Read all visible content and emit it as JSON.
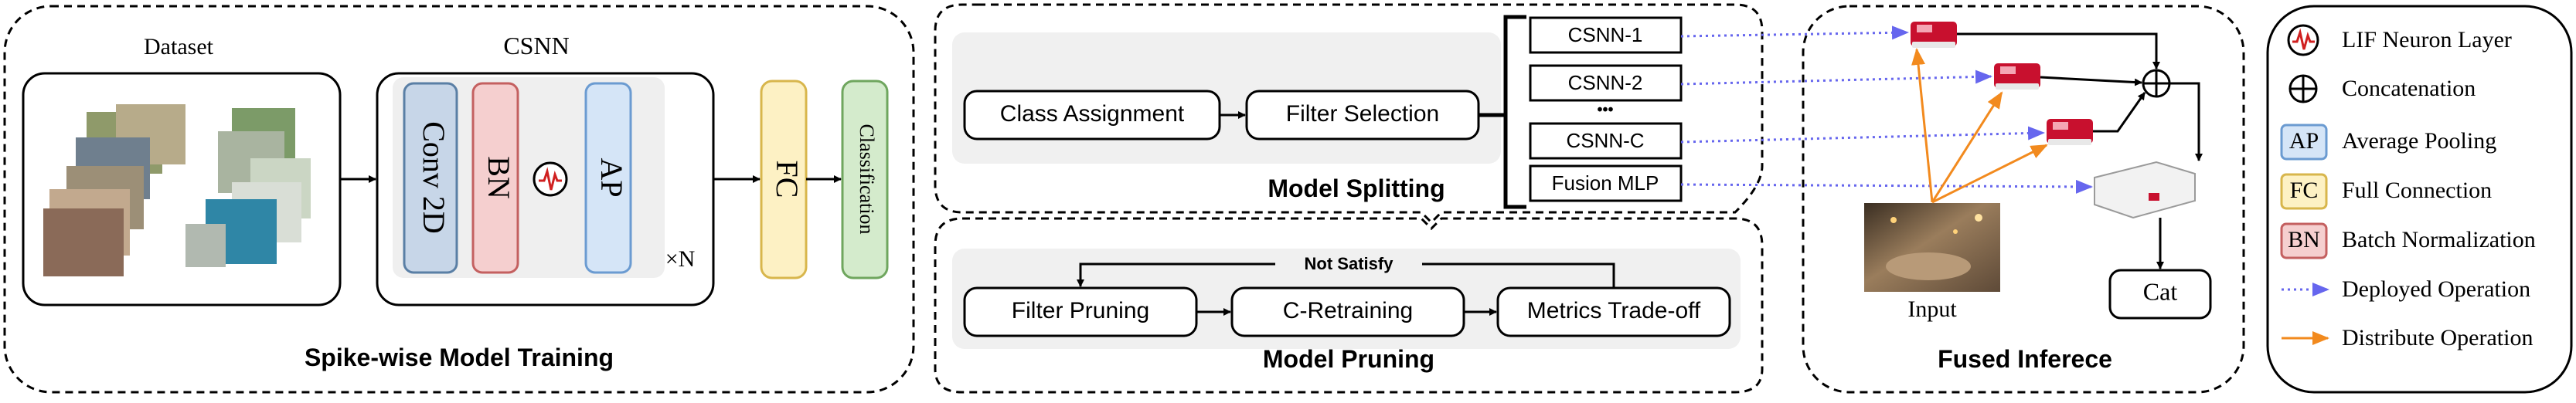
{
  "training": {
    "dataset_label": "Dataset",
    "csnn_label": "CSNN",
    "conv": "Conv 2D",
    "bn": "BN",
    "ap": "AP",
    "repeat": "×N",
    "fc": "FC",
    "classification": "Classification",
    "title": "Spike-wise Model Training"
  },
  "splitting": {
    "class_assignment": "Class Assignment",
    "filter_selection": "Filter Selection",
    "title": "Model Splitting",
    "models": [
      "CSNN-1",
      "CSNN-2",
      "•••",
      "CSNN-C",
      "Fusion MLP"
    ]
  },
  "pruning": {
    "filter_pruning": "Filter Pruning",
    "c_retraining": "C-Retraining",
    "metrics": "Metrics Trade-off",
    "not_satisfy": "Not Satisfy",
    "title": "Model Pruning"
  },
  "fused": {
    "input_label": "Input",
    "output": "Cat",
    "title": "Fused Inferece"
  },
  "legend": {
    "items": [
      {
        "key": "lif",
        "label": "LIF Neuron Layer"
      },
      {
        "key": "concat",
        "label": "Concatenation"
      },
      {
        "key": "ap",
        "abbr": "AP",
        "label": "Average Pooling"
      },
      {
        "key": "fc",
        "abbr": "FC",
        "label": "Full Connection"
      },
      {
        "key": "bn",
        "abbr": "BN",
        "label": "Batch Normalization"
      },
      {
        "key": "deployed",
        "label": "Deployed Operation"
      },
      {
        "key": "distribute",
        "label": "Distribute Operation"
      }
    ]
  },
  "colors": {
    "conv_fill": "#c7d6e8",
    "conv_stroke": "#5a7fa5",
    "bn_fill": "#f5cfcf",
    "bn_stroke": "#c46060",
    "ap_fill": "#d5e5f7",
    "ap_stroke": "#6b9bd1",
    "fc_fill": "#fdf1c4",
    "fc_stroke": "#d8b64c",
    "cls_fill": "#d4ebcc",
    "cls_stroke": "#6fa65e",
    "deployed": "#6666ee",
    "distribute": "#f28a1e"
  }
}
